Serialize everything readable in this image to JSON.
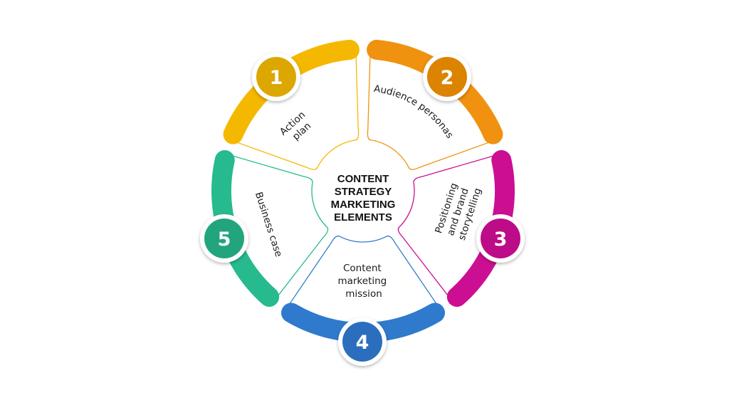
{
  "center": {
    "lines": [
      "CONTENT",
      "STRATEGY",
      "MARKETING",
      "ELEMENTS"
    ]
  },
  "segments": [
    {
      "number": "1",
      "label_lines": [
        "Action",
        "plan"
      ],
      "color": "#f5b800",
      "badge": "#dba700"
    },
    {
      "number": "2",
      "label_lines": [
        "Audience personas"
      ],
      "color": "#f0920f",
      "badge": "#dc8300"
    },
    {
      "number": "3",
      "label_lines": [
        "Positioning",
        "and brand",
        "storytelling"
      ],
      "color": "#cc0e93",
      "badge": "#bd0c88"
    },
    {
      "number": "4",
      "label_lines": [
        "Content",
        "marketing",
        "mission"
      ],
      "color": "#2f7acc",
      "badge": "#2a6ebd"
    },
    {
      "number": "5",
      "label_lines": [
        "Business case"
      ],
      "color": "#27ba8e",
      "badge": "#22a57d"
    }
  ]
}
